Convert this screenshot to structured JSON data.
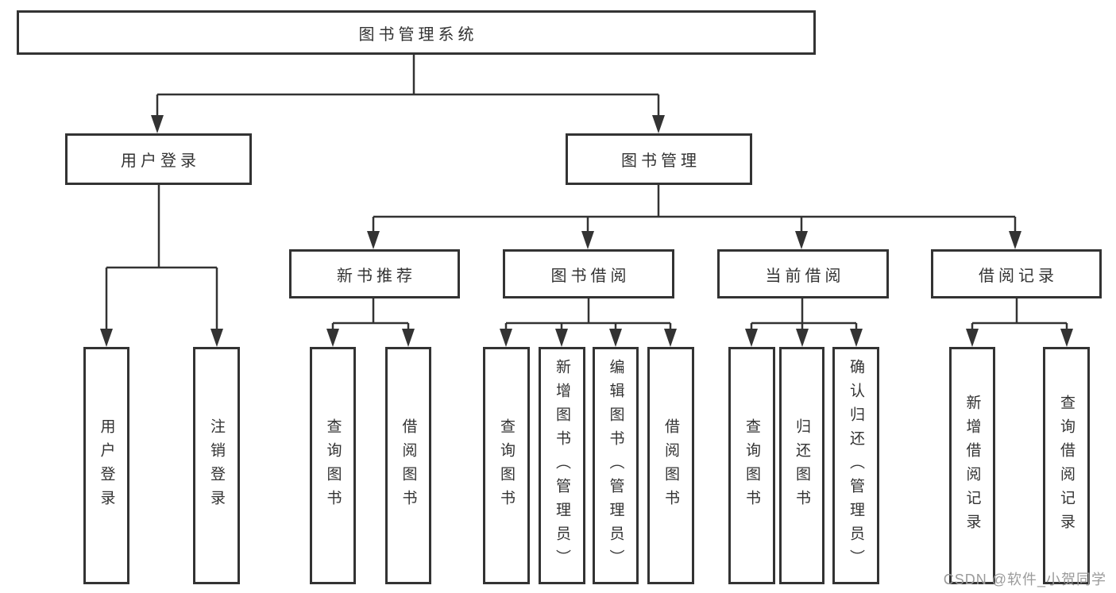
{
  "diagram": {
    "root": {
      "label": "图书管理系统"
    },
    "level1": [
      {
        "label": "用户登录",
        "children": [
          {
            "label": "用户登录"
          },
          {
            "label": "注销登录"
          }
        ]
      },
      {
        "label": "图书管理",
        "children": [
          {
            "label": "新书推荐",
            "children": [
              {
                "label": "查询图书"
              },
              {
                "label": "借阅图书"
              }
            ]
          },
          {
            "label": "图书借阅",
            "children": [
              {
                "label": "查询图书"
              },
              {
                "label": "新增图书（管理员）"
              },
              {
                "label": "编辑图书（管理员）"
              },
              {
                "label": "借阅图书"
              }
            ]
          },
          {
            "label": "当前借阅",
            "children": [
              {
                "label": "查询图书"
              },
              {
                "label": "归还图书"
              },
              {
                "label": "确认归还（管理员）"
              }
            ]
          },
          {
            "label": "借阅记录",
            "children": [
              {
                "label": "新增借阅记录"
              },
              {
                "label": "查询借阅记录"
              }
            ]
          }
        ]
      }
    ]
  },
  "watermark": {
    "text": "CSDN @软件_小贺同学"
  },
  "colors": {
    "line": "#333333",
    "box_border": "#333333",
    "text": "#333333",
    "watermark": "#9b9b9b",
    "background": "#ffffff"
  }
}
